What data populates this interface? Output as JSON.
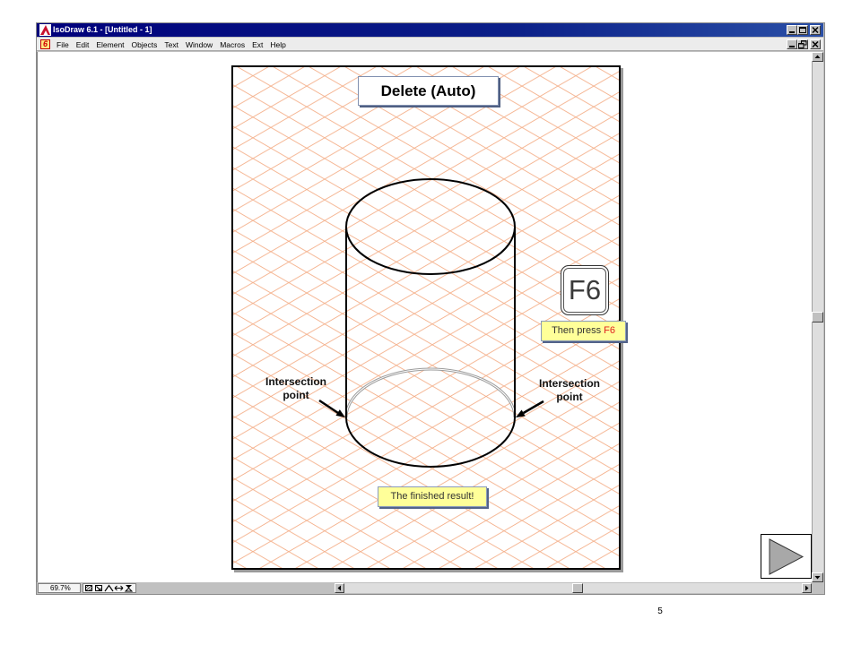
{
  "window": {
    "title": "IsoDraw 6.1 - [Untitled - 1]",
    "app_icon": "isodraw-app-icon",
    "controls": {
      "minimize": "minimize-icon",
      "maximize": "maximize-icon",
      "close": "close-icon"
    }
  },
  "menubar": {
    "doc_icon_text": "6",
    "items": [
      "File",
      "Edit",
      "Element",
      "Objects",
      "Text",
      "Window",
      "Macros",
      "Ext",
      "Help"
    ],
    "controls": {
      "minimize": "minimize-icon",
      "restore": "restore-icon",
      "close": "close-icon"
    }
  },
  "slide": {
    "title": "Delete (Auto)",
    "key_icon_label": "F6",
    "callout_press": {
      "text": "Then press",
      "key": "F6"
    },
    "callout_result": "The finished result!",
    "label_left": [
      "Intersection",
      "point"
    ],
    "label_right": [
      "Intersection",
      "point"
    ],
    "next_button_icon": "next-slide-icon"
  },
  "statusbar": {
    "zoom": "69.7%",
    "tool_icons": [
      "snap-grid-icon",
      "snap-point-icon",
      "angle-icon",
      "direction-icon",
      "hourglass-icon"
    ]
  },
  "scrollbars": {
    "vertical": {
      "up_icon": "arrow-up-icon",
      "down_icon": "arrow-down-icon",
      "position_percent": 50
    },
    "horizontal": {
      "left_icon": "arrow-left-icon",
      "right_icon": "arrow-right-icon",
      "position_percent": 51
    }
  },
  "page_number": "5",
  "colors": {
    "title_bar": "#000080",
    "grid": "#f4ae88",
    "callout_fill": "#ffff99",
    "key_highlight": "#e02020",
    "next_arrow": "#a8a8a8"
  }
}
